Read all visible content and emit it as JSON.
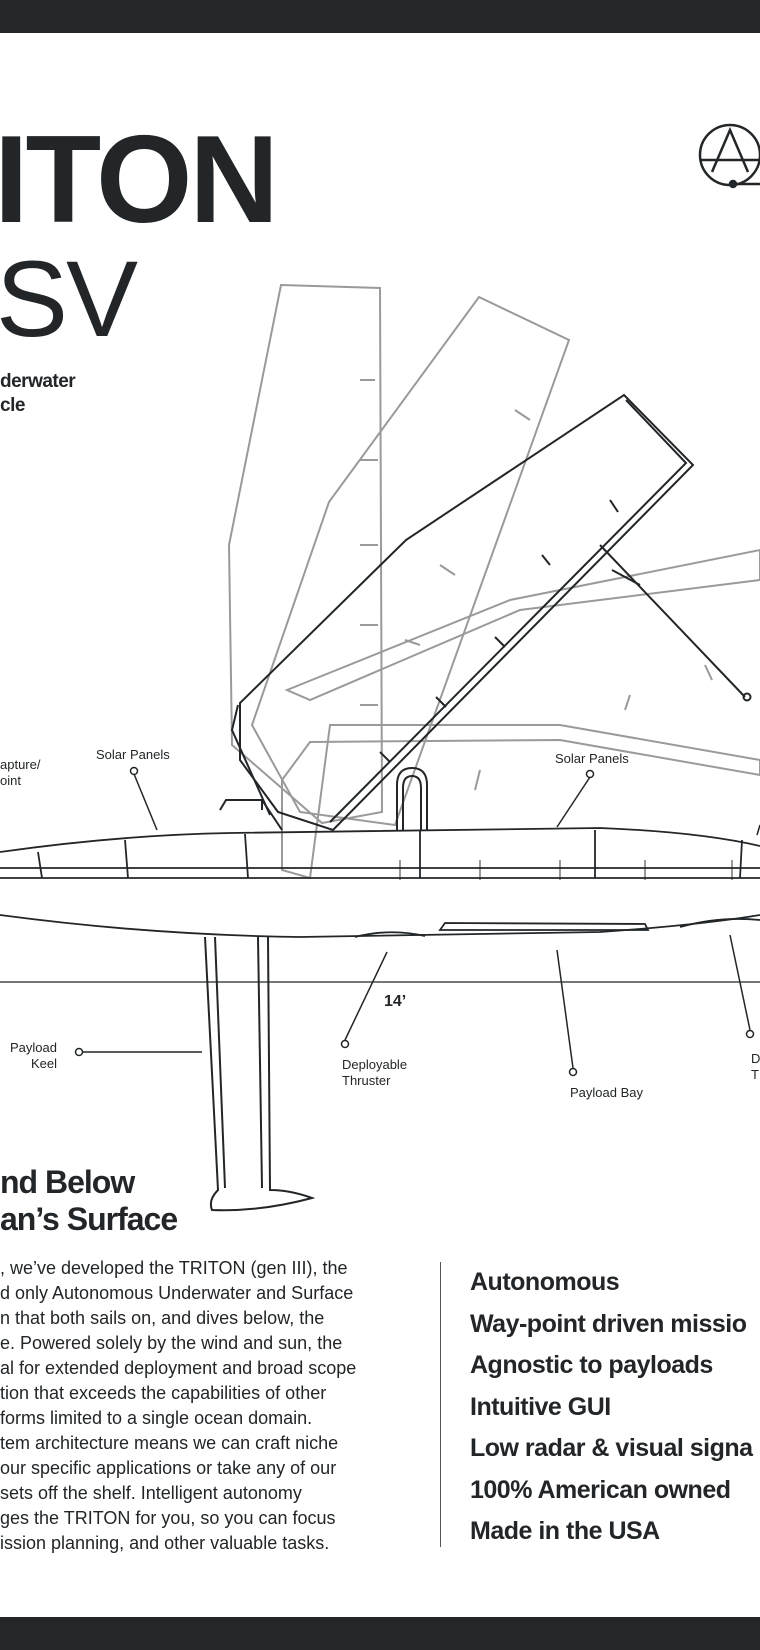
{
  "header": {
    "title": "ITON",
    "subtitle": "SV",
    "tagline": [
      "derwater",
      "cle"
    ],
    "logo_icon": "compass-a-logo-icon"
  },
  "callouts": {
    "solar_panels_left": "Solar Panels",
    "solar_panels_right": "Solar Panels",
    "capture_point": [
      "apture/",
      "oint"
    ],
    "payload_keel": [
      "Payload",
      "Keel"
    ],
    "deployable_thruster": [
      "Deployable",
      "Thruster"
    ],
    "payload_bay": "Payload Bay",
    "right_edge": [
      "D",
      "T"
    ],
    "length": "14’"
  },
  "headline": [
    "nd Below",
    "an’s Surface"
  ],
  "body": [
    ", we’ve developed the TRITON (gen III), the",
    "d only Autonomous Underwater and Surface",
    "n that both sails on, and dives below, the",
    "e. Powered solely by the wind and sun, the",
    "al for extended deployment and broad scope",
    "tion that exceeds the capabilities of other",
    "forms limited to a single ocean domain.",
    "tem architecture means we can craft niche",
    "our specific applications or take any of our",
    "sets off the shelf.  Intelligent autonomy",
    "ges the TRITON for you, so you can focus",
    "ission planning, and other valuable tasks."
  ],
  "features": [
    "Autonomous",
    "Way-point driven missio",
    "Agnostic to payloads",
    "Intuitive GUI",
    "Low radar & visual signa",
    "100% American owned",
    "Made in the USA"
  ],
  "colors": {
    "band": "#232729",
    "ink": "#222628",
    "sail_gray": "#9a9a9a"
  }
}
